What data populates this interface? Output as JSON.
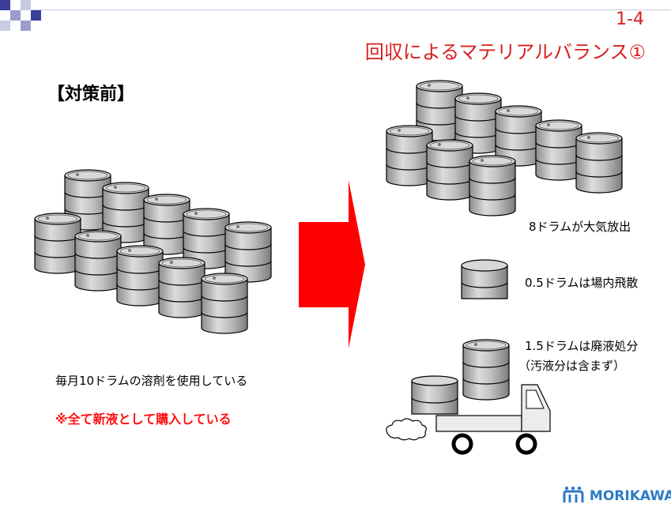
{
  "page_number": "1-4",
  "title": "回収によるマテリアルバランス①",
  "before_label": "【対策前】",
  "usage_text": "毎月10ドラムの溶剤を使用している",
  "note_text": "※全て新液として購入している",
  "outcomes": [
    {
      "label": "8ドラムが大気放出"
    },
    {
      "label": "0.5ドラムは場内飛散"
    },
    {
      "label": "1.5ドラムは廃液処分"
    },
    {
      "label": "（汚液分は含まず）"
    }
  ],
  "logo": {
    "icon": "m-dots-logo-icon",
    "text": "MORIKAWA"
  },
  "colors": {
    "accent": "#d62020",
    "arrow": "#ff0000",
    "logo": "#2c7bc6",
    "deco": "#3a3f9a"
  }
}
